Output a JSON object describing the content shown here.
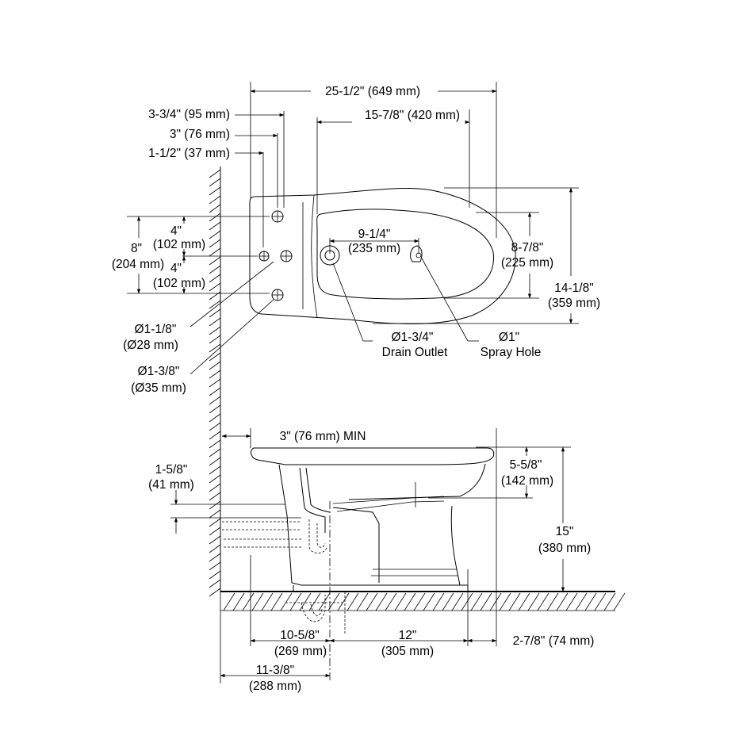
{
  "top_view": {
    "overall_width": "25-1/2\" (649 mm)",
    "bowl_width": "15-7/8\" (420 mm)",
    "offset_a": "3-3/4\" (95 mm)",
    "offset_b": "3\" (76 mm)",
    "offset_c": "1-1/2\" (37 mm)",
    "upper_4_in": "4\"",
    "upper_4_mm": "(102 mm)",
    "total_8_in": "8\"",
    "total_8_mm": "(204 mm)",
    "lower_4_in": "4\"",
    "lower_4_mm": "(102 mm)",
    "drain_to_spray_in": "9-1/4\"",
    "drain_to_spray_mm": "(235 mm)",
    "bowl_depth_in": "8-7/8\"",
    "bowl_depth_mm": "(225 mm)",
    "overall_depth_in": "14-1/8\"",
    "overall_depth_mm": "(359 mm)",
    "hole_small_dia": "Ø1-1/8\"",
    "hole_small_mm": "(Ø28 mm)",
    "hole_large_dia": "Ø1-3/8\"",
    "hole_large_mm": "(Ø35 mm)",
    "drain_dia": "Ø1-3/4\"",
    "drain_label": "Drain Outlet",
    "spray_dia": "Ø1\"",
    "spray_label": "Spray Hole"
  },
  "side_view": {
    "wall_clearance": "3\" (76 mm) MIN",
    "height_1_in": "1-5/8\"",
    "height_1_mm": "(41 mm)",
    "rim_drop_in": "5-5/8\"",
    "rim_drop_mm": "(142 mm)",
    "height_in": "15\"",
    "height_mm": "(380 mm)",
    "dim_a_in": "10-5/8\"",
    "dim_a_mm": "(269 mm)",
    "dim_b_in": "12\"",
    "dim_b_mm": "(305 mm)",
    "dim_c": "2-7/8\" (74 mm)",
    "dim_d_in": "11-3/8\"",
    "dim_d_mm": "(288 mm)"
  }
}
